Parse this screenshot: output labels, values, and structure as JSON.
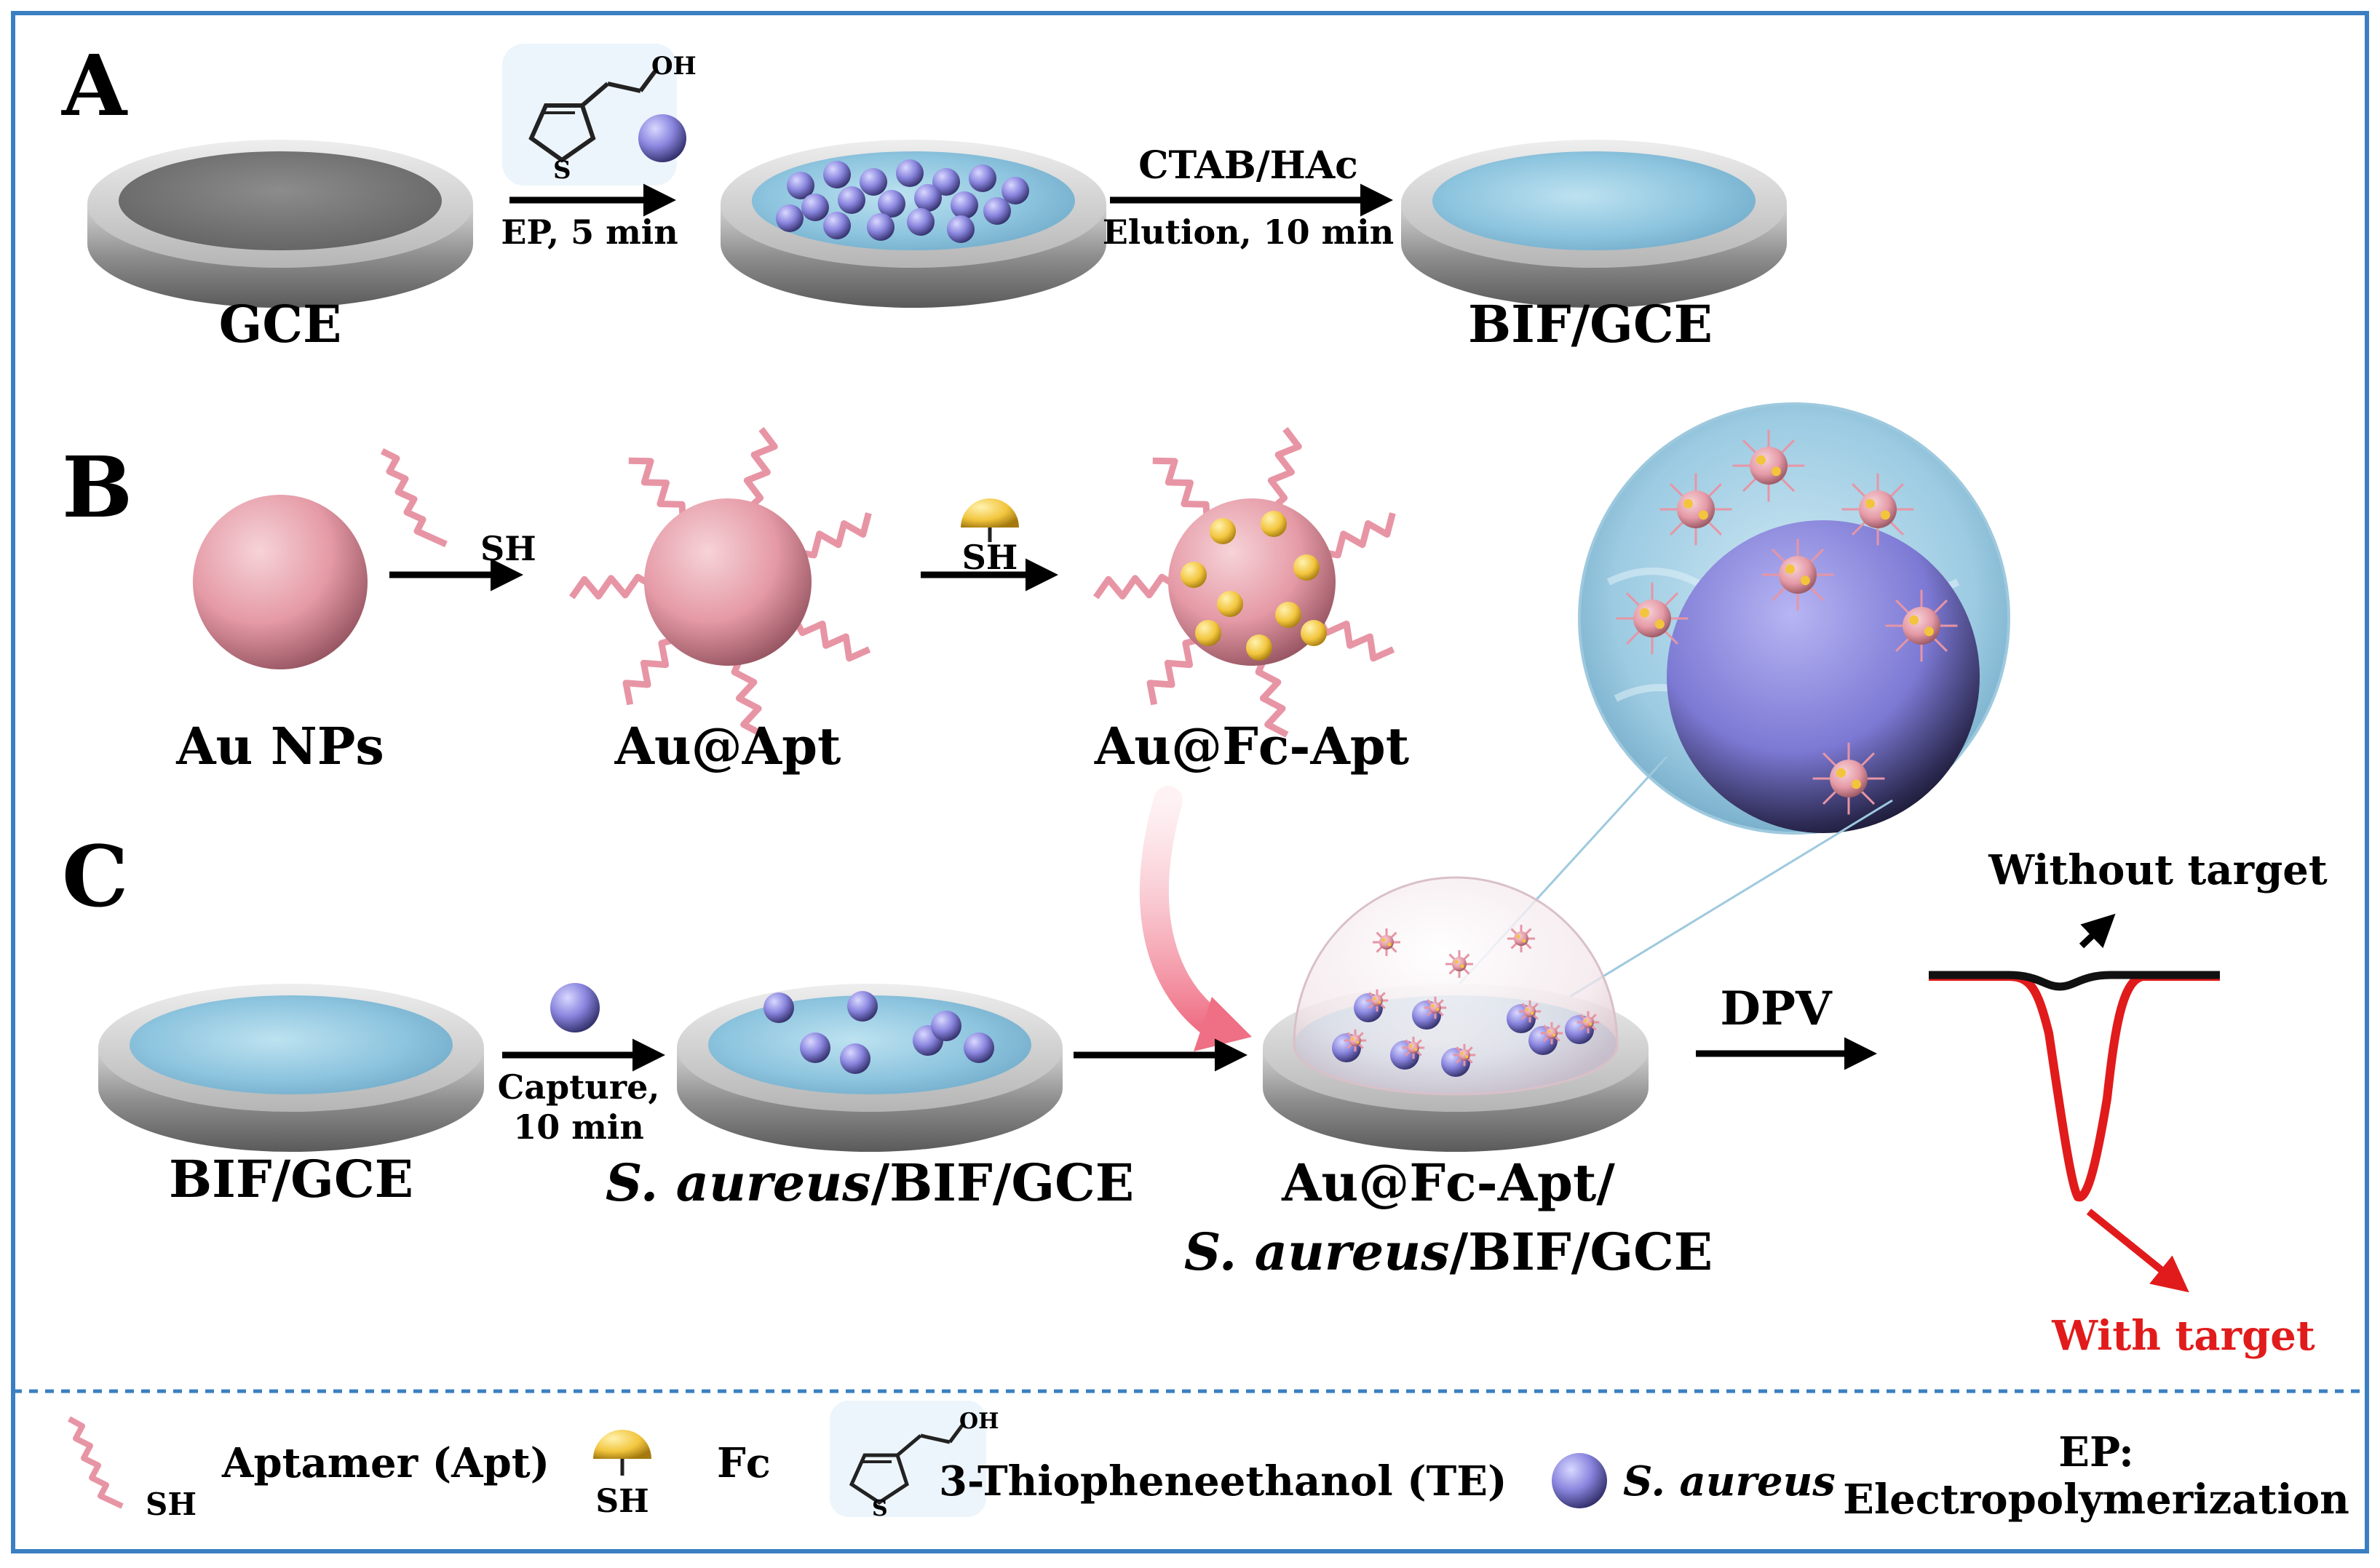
{
  "panels": {
    "a": "A",
    "b": "B",
    "c": "C"
  },
  "panel_a": {
    "gce_label": "GCE",
    "te_oh": "OH",
    "te_s": "S",
    "arrow1_label": "EP, 5 min",
    "arrow2_top": "CTAB/HAc",
    "arrow2_bottom": "Elution, 10 min",
    "bif_label": "BIF/GCE"
  },
  "panel_b": {
    "au_label": "Au NPs",
    "sh_label": "SH",
    "au_apt_label": "Au@Apt",
    "fc_sh_label": "SH",
    "au_fc_apt_label": "Au@Fc-Apt"
  },
  "panel_c": {
    "bif_label": "BIF/GCE",
    "capture_line1": "Capture,",
    "capture_line2": "10 min",
    "saureus_italic": "S. aureus",
    "saureus_rest": "/BIF/GCE",
    "final_line1": "Au@Fc-Apt/",
    "final_italic": "S. aureus",
    "final_rest": "/BIF/GCE",
    "dpv_label": "DPV",
    "without_target": "Without target",
    "with_target": "With target"
  },
  "legend": {
    "aptamer_label": "Aptamer (Apt)",
    "aptamer_sh": "SH",
    "fc_label": "Fc",
    "fc_sh": "SH",
    "te_label": "3-Thiopheneethanol (TE)",
    "te_oh": "OH",
    "te_s": "S",
    "saureus_label": "S. aureus",
    "ep_line1": "EP:",
    "ep_line2": "Electropolymerization"
  },
  "colors": {
    "frame": "#3a7fc2",
    "dpv_with_target": "#e11b1b",
    "dpv_without_target": "#111111",
    "with_target_text": "#e11b1b",
    "bacteria": "#8a86df",
    "gold_np": "#e59aa6",
    "fc": "#f2c53d",
    "electrode": "#9a9a9a",
    "film": "#8ec5df"
  }
}
